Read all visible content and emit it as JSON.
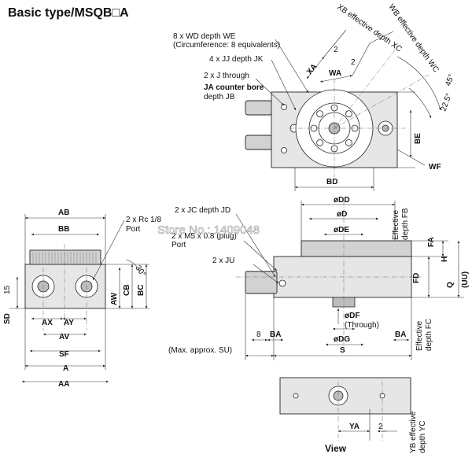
{
  "title": "Basic type/MSQB□A",
  "watermark": "Store No.: 1409048",
  "view_label": "View",
  "top_view": {
    "callouts": {
      "wd_line1": "8 x WD depth WE",
      "wd_line2": "(Circumference: 8 equivalents)",
      "jj": "4 x JJ depth JK",
      "j": "2 x J through",
      "ja_line1": "JA counter bore",
      "ja_line2": "depth JB"
    },
    "dims": {
      "xa": "XA",
      "wa": "WA",
      "two_a": "2",
      "two_b": "2",
      "xb": "XB effective depth XC",
      "wb": "WB effective depth WC",
      "angle_45": "45°",
      "angle_22": "22.5°",
      "be": "BE",
      "bd": "BD",
      "wf": "WF"
    }
  },
  "front_view": {
    "callouts": {
      "rc_line1": "2 x Rc 1/8",
      "rc_line2": "Port",
      "angle_30": "30°"
    },
    "dims": {
      "ab": "AB",
      "bb": "BB",
      "ax": "AX",
      "ay": "AY",
      "av": "AV",
      "sf": "SF",
      "a": "A",
      "aa": "AA",
      "aw": "AW",
      "cb": "CB",
      "bc": "BC",
      "sd": "SD",
      "fifteen": "15"
    }
  },
  "side_view": {
    "callouts": {
      "jc": "2 x JC depth JD",
      "m5_line1": "2 x M5 x 0.8 (plug)",
      "m5_line2": "Port",
      "ju": "2 x JU"
    },
    "dims": {
      "dd": "øDD",
      "d": "øD",
      "de": "øDE",
      "df": "øDF",
      "through": "(Through)",
      "dg": "øDG",
      "eight": "8",
      "ba_left": "BA",
      "ba_right": "BA",
      "su": "(Max. approx. SU)",
      "s": "S",
      "fb_line1": "Effective",
      "fb_line2": "depth FB",
      "fa": "FA",
      "h": "H",
      "fd": "FD",
      "q": "Q",
      "uu": "(UU)",
      "fc_line1": "Effective",
      "fc_line2": "depth FC"
    }
  },
  "bottom_view": {
    "dims": {
      "ya": "YA",
      "two": "2",
      "yb_line1": "YB effective",
      "yb_line2": "depth YC"
    }
  }
}
